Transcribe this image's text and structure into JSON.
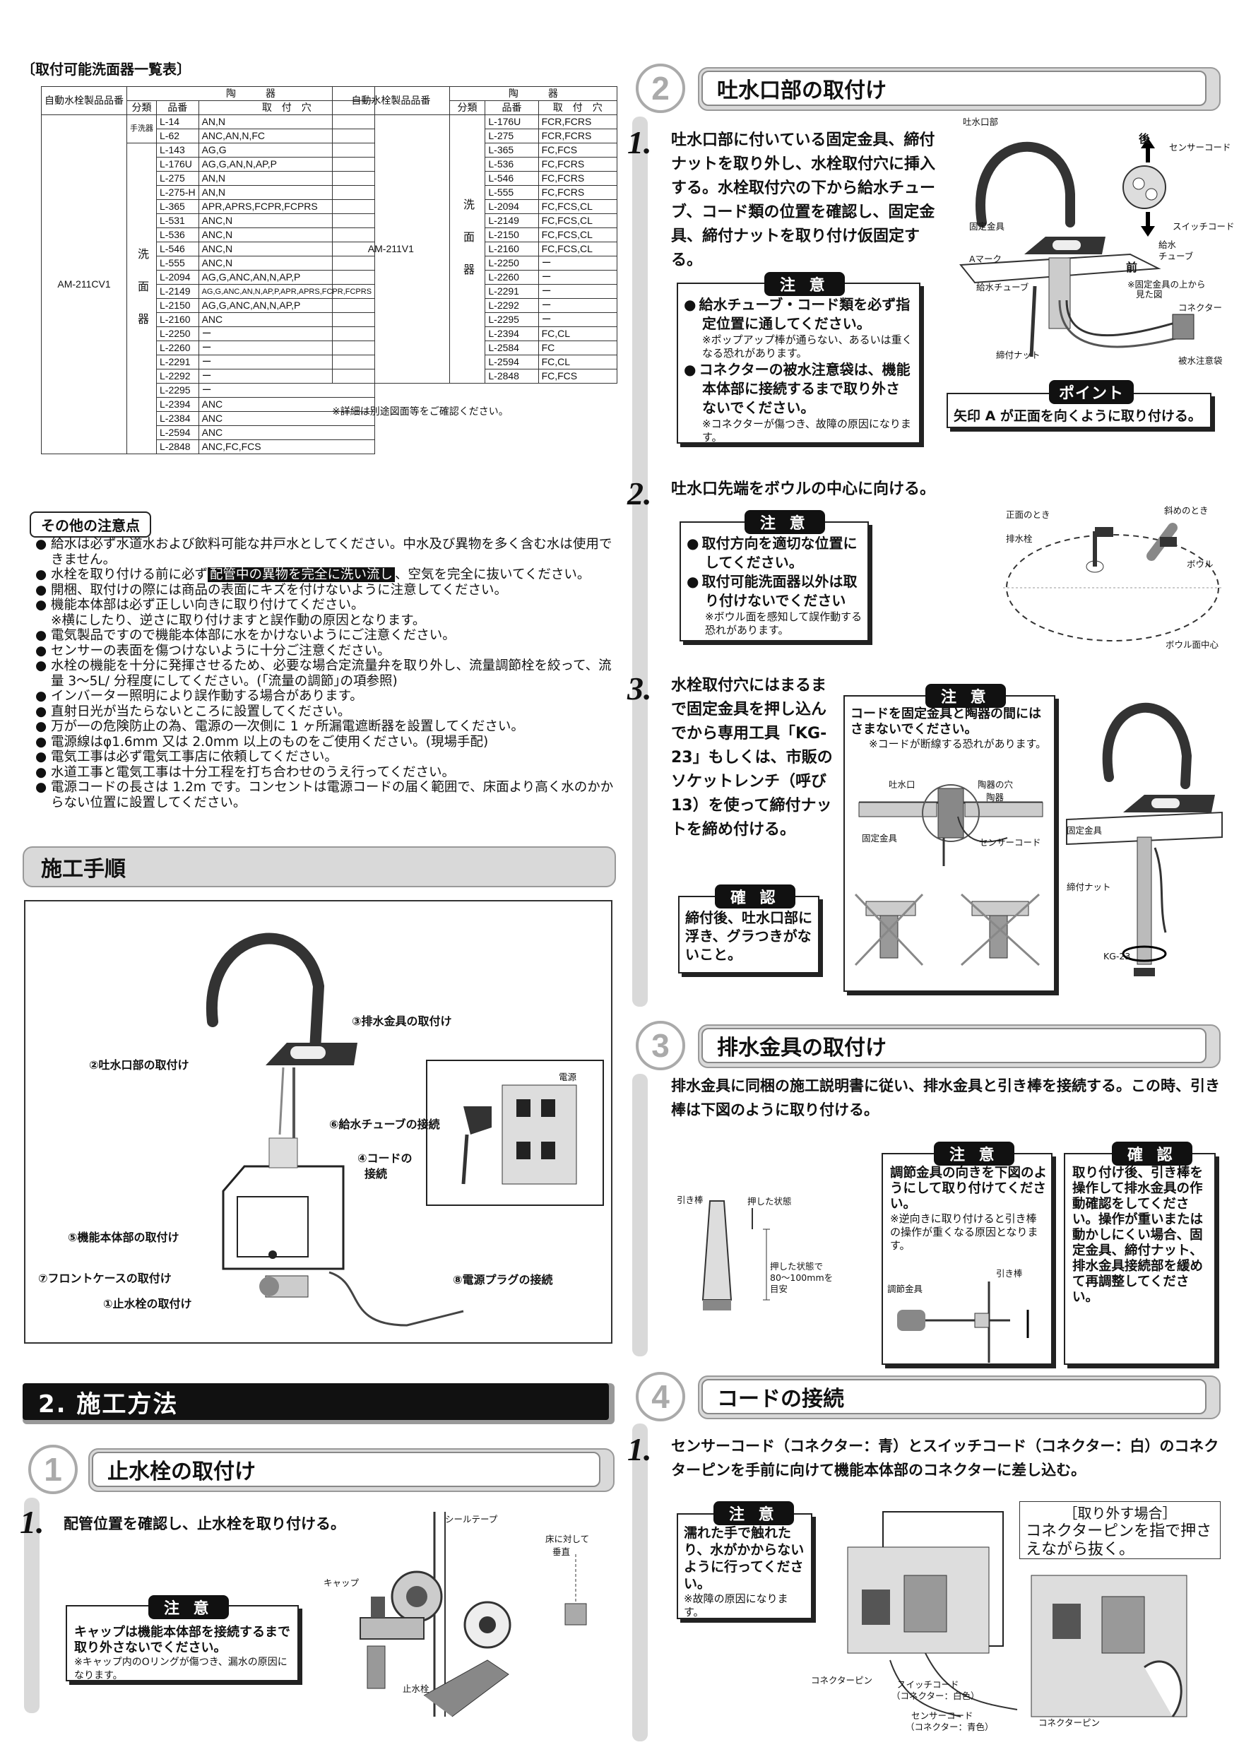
{
  "compat": {
    "title": "〔取付可能洗面器一覧表〕",
    "h_model": "自動水栓製品品番",
    "h_toki": "陶　　　器",
    "h_bunrui": "分類",
    "h_hinban": "品番",
    "h_ana": "取　付　穴",
    "left_model": "AM-211CV1",
    "left_temizu": "手洗器",
    "left_senmen": "洗面器",
    "left_rows": [
      [
        "L-14",
        "AN,N"
      ],
      [
        "L-62",
        "ANC,AN,N,FC"
      ],
      [
        "L-143",
        "AG,G"
      ],
      [
        "L-176U",
        "AG,G,AN,N,AP,P"
      ],
      [
        "L-275",
        "AN,N"
      ],
      [
        "L-275-H",
        "AN,N"
      ],
      [
        "L-365",
        "APR,APRS,FCPR,FCPRS"
      ],
      [
        "L-531",
        "ANC,N"
      ],
      [
        "L-536",
        "ANC,N"
      ],
      [
        "L-546",
        "ANC,N"
      ],
      [
        "L-555",
        "ANC,N"
      ],
      [
        "L-2094",
        "AG,G,ANC,AN,N,AP,P"
      ],
      [
        "L-2149",
        "AG,G,ANC,AN,N,AP,P,APR,APRS,FCPR,FCPRS"
      ],
      [
        "L-2150",
        "AG,G,ANC,AN,N,AP,P"
      ],
      [
        "L-2160",
        "ANC"
      ],
      [
        "L-2250",
        "ー"
      ],
      [
        "L-2260",
        "ー"
      ],
      [
        "L-2291",
        "ー"
      ],
      [
        "L-2292",
        "ー"
      ],
      [
        "L-2295",
        "ー"
      ],
      [
        "L-2394",
        "ANC"
      ],
      [
        "L-2384",
        "ANC"
      ],
      [
        "L-2594",
        "ANC"
      ],
      [
        "L-2848",
        "ANC,FC,FCS"
      ]
    ],
    "right_model": "AM-211V1",
    "right_senmen": "洗面器",
    "right_rows": [
      [
        "L-176U",
        "FCR,FCRS"
      ],
      [
        "L-275",
        "FCR,FCRS"
      ],
      [
        "L-365",
        "FC,FCS"
      ],
      [
        "L-536",
        "FC,FCRS"
      ],
      [
        "L-546",
        "FC,FCRS"
      ],
      [
        "L-555",
        "FC,FCRS"
      ],
      [
        "L-2094",
        "FC,FCS,CL"
      ],
      [
        "L-2149",
        "FC,FCS,CL"
      ],
      [
        "L-2150",
        "FC,FCS,CL"
      ],
      [
        "L-2160",
        "FC,FCS,CL"
      ],
      [
        "L-2250",
        "ー"
      ],
      [
        "L-2260",
        "ー"
      ],
      [
        "L-2291",
        "ー"
      ],
      [
        "L-2292",
        "ー"
      ],
      [
        "L-2295",
        "ー"
      ],
      [
        "L-2394",
        "FC,CL"
      ],
      [
        "L-2584",
        "FC"
      ],
      [
        "L-2594",
        "FC,CL"
      ],
      [
        "L-2848",
        "FC,FCS"
      ]
    ],
    "note": "※詳細は別途図面等をご確認ください。"
  },
  "other": {
    "title": "その他の注意点",
    "items": [
      "給水は必ず水道水および飲料可能な井戸水としてください。中水及び異物を多く含む水は使用できません。",
      "水栓を取り付ける前に必ず",
      "開梱、取付けの際には商品の表面にキズを付けないように注意してください。",
      "機能本体部は必ず正しい向きに取り付けてください。",
      "電気製品ですので機能本体部に水をかけないようにご注意ください。",
      "センサーの表面を傷つけないように十分ご注意ください。",
      "水栓の機能を十分に発揮させるため、必要な場合定流量弁を取り外し、流量調節栓を絞って、流量 3～5L/ 分程度にしてください。(｢流量の調節｣の項参照)",
      "インバーター照明により誤作動する場合があります。",
      "直射日光が当たらないところに設置してください。",
      "万が一の危険防止の為、電源の一次側に 1 ヶ所漏電遮断器を設置してください。",
      "電源線はφ1.6mm 又は 2.0mm 以上のものをご使用ください。(現場手配)",
      "電気工事は必ず電気工事店に依頼してください。",
      "水道工事と電気工事は十分工程を打ち合わせのうえ行ってください。",
      "電源コードの長さは 1.2m です。コンセントは電源コードの届く範囲で、床面より高く水のかからない位置に設置してください。"
    ],
    "item2_hl": "配管中の異物を完全に洗い流し",
    "item2_tail": "、空気を完全に抜いてください。",
    "item4_sub": "※横にしたり、逆さに取り付けますと誤作動の原因となります。"
  },
  "sekou": {
    "title": "施工手順",
    "labels": [
      "③排水金具の取付け",
      "②吐水口部の取付け",
      "⑥給水チューブの接続",
      "④コードの",
      "接続",
      "⑤機能本体部の取付け",
      "⑦フロントケースの取付け",
      "①止水栓の取付け",
      "電源",
      "⑧電源プラグの接続"
    ]
  },
  "method": {
    "title": "2. 施工方法"
  },
  "s1": {
    "num": "1",
    "title": "止水栓の取付け",
    "step": "1.",
    "text": "配管位置を確認し、止水栓を取り付ける。",
    "tag": "注 意",
    "warn": "キャップは機能本体部を接続するまで取り外さないでください。",
    "warn_sub": "※キャップ内のOリングが傷つき、漏水の原因になります。",
    "labels": [
      "シールテープ",
      "床に対して",
      "垂直",
      "キャップ",
      "止水栓"
    ]
  },
  "s2": {
    "num": "2",
    "title": "吐水口部の取付け",
    "step1": "1.",
    "text1": "吐水口部に付いている固定金具、締付ナットを取り外し、水栓取付穴に挿入する。水栓取付穴の下から給水チューブ、コード類の位置を確認し、固定金具、締付ナットを取り付け仮固定する。",
    "tag": "注 意",
    "w1a": "給水チューブ・コード類を必ず指定位置に通してください。",
    "w1a_sub": "※ポップアップ棒が通らない、あるいは重くなる恐れがあります。",
    "w1b": "コネクターの被水注意袋は、機能本体部に接続するまで取り外さないでください。",
    "w1b_sub": "※コネクターが傷つき、故障の原因になります。",
    "point_tag": "ポイント",
    "point": "矢印 A が正面を向くように取り付ける。",
    "labels1": [
      "吐水口部",
      "後",
      "センサーコード",
      "スイッチコード",
      "固定金具",
      "Aマーク",
      "給水",
      "チューブ",
      "前",
      "※固定金具の上から",
      "見た図",
      "給水チューブ",
      "コネクター",
      "締付ナット",
      "被水注意袋"
    ],
    "step2": "2.",
    "text2": "吐水口先端をボウルの中心に向ける。",
    "w2a": "取付方向を適切な位置にしてください。",
    "w2b": "取付可能洗面器以外は取り付けないでください",
    "w2b_sub": "※ボウル面を感知して誤作動する恐れがあります。",
    "labels2": [
      "正面のとき",
      "斜めのとき",
      "排水栓",
      "ボウル",
      "ボウル面中心"
    ],
    "step3": "3.",
    "text3": "水栓取付穴にはまるまで固定金具を押し込んでから専用工具「KG-23」もしくは、市販のソケットレンチ（呼び13）を使って締付ナットを締め付ける。",
    "w3": "コードを固定金具と陶器の間にはさまないでください。",
    "w3_sub": "※コードが断線する恐れがあります。",
    "confirm_tag": "確 認",
    "confirm": "締付後、吐水口部に浮き、グラつきがないこと。",
    "labels3": [
      "吐水口",
      "陶器の穴",
      "陶器",
      "固定金具",
      "センサーコード",
      "固定金具",
      "締付ナット",
      "KG-23"
    ]
  },
  "s3": {
    "num": "3",
    "title": "排水金具の取付け",
    "text": "排水金具に同梱の施工説明書に従い、排水金具と引き棒を接続する。この時、引き棒は下図のように取り付ける。",
    "tag": "注 意",
    "warn": "調節金具の向きを下図のようにして取り付けてください。",
    "warn_sub": "※逆向きに取り付けると引き棒の操作が重くなる原因となります。",
    "confirm_tag": "確 認",
    "confirm": "取り付け後、引き棒を操作して排水金具の作動確認をしてください。操作が重いまたは動かしにくい場合、固定金具、締付ナット、排水金具接続部を緩めて再調整してください。",
    "labels": [
      "引き棒",
      "押した状態",
      "押した状態で",
      "80～100mmを",
      "目安",
      "調節金具",
      "引き棒"
    ]
  },
  "s4": {
    "num": "4",
    "title": "コードの接続",
    "step": "1.",
    "text": "センサーコード（コネクター：青）とスイッチコード（コネクター：白）のコネクターピンを手前に向けて機能本体部のコネクターに差し込む。",
    "tag": "注 意",
    "warn": "濡れた手で触れたり、水がかからないように行ってください。",
    "warn_sub": "※故障の原因になります。",
    "remove_title": "［取り外す場合］",
    "remove": "コネクターピンを指で押さえながら抜く。",
    "labels": [
      "コネクターピン",
      "スイッチコード",
      "（コネクター：白色）",
      "センサーコード",
      "（コネクター：青色）",
      "コネクターピン"
    ]
  }
}
